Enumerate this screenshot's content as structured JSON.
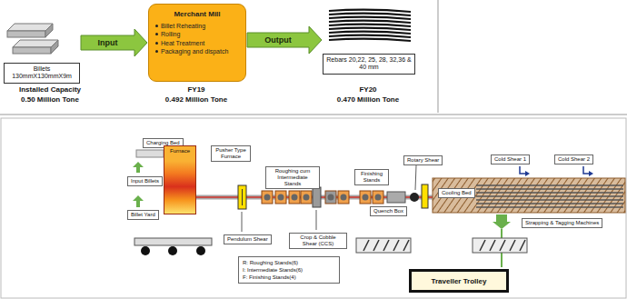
{
  "diagram": {
    "nodes": [
      {
        "text": [
          "Billets",
          "130mmX130mmX9m"
        ]
      },
      {
        "text": [
          "Merchant Mill",
          "Billet Reheating",
          "Rolling",
          "Heat Treatment",
          "Packaging and dispatch"
        ]
      },
      {
        "text": [
          "Rebars 20,22, 25, 28, 32,36 & 40 mm"
        ]
      },
      {
        "text": [
          "Charging Bed"
        ]
      },
      {
        "text": [
          "Furnace"
        ]
      },
      {
        "text": [
          "Pusher Type Furnace"
        ]
      },
      {
        "text": [
          "Input Billets"
        ]
      },
      {
        "text": [
          "Billet Yard"
        ]
      },
      {
        "text": [
          "Roughing cum Intermediate Stands"
        ]
      },
      {
        "text": [
          "Finishing Stands"
        ]
      },
      {
        "text": [
          "Rotary Shear"
        ]
      },
      {
        "text": [
          "Quench Box"
        ]
      },
      {
        "text": [
          "Cooling Bed"
        ]
      },
      {
        "text": [
          "Cold Shear 1"
        ]
      },
      {
        "text": [
          "Cold Shear 2"
        ]
      },
      {
        "text": [
          "Pendulum Shear"
        ]
      },
      {
        "text": [
          "Crop & Cobble Shear (CCS)"
        ]
      },
      {
        "text": [
          "R: Roughing Stands(6)",
          "I: Intermediate Stands(6)",
          "F: Finishing Stands(4)"
        ]
      },
      {
        "text": [
          "Strapping & Tagging Machines"
        ]
      },
      {
        "text": [
          "Traveller Trolley"
        ]
      }
    ],
    "edges": [
      {
        "from": 0,
        "to": 1,
        "arrow": "to",
        "label": "Input"
      },
      {
        "from": 1,
        "to": 2,
        "arrow": "to",
        "label": "Output"
      }
    ],
    "labels": [
      "Installed Capacity",
      "0.50 Million Tone",
      "FY19",
      "0.492 Million Tone",
      "FY20",
      "0.470 Million Tone"
    ]
  }
}
